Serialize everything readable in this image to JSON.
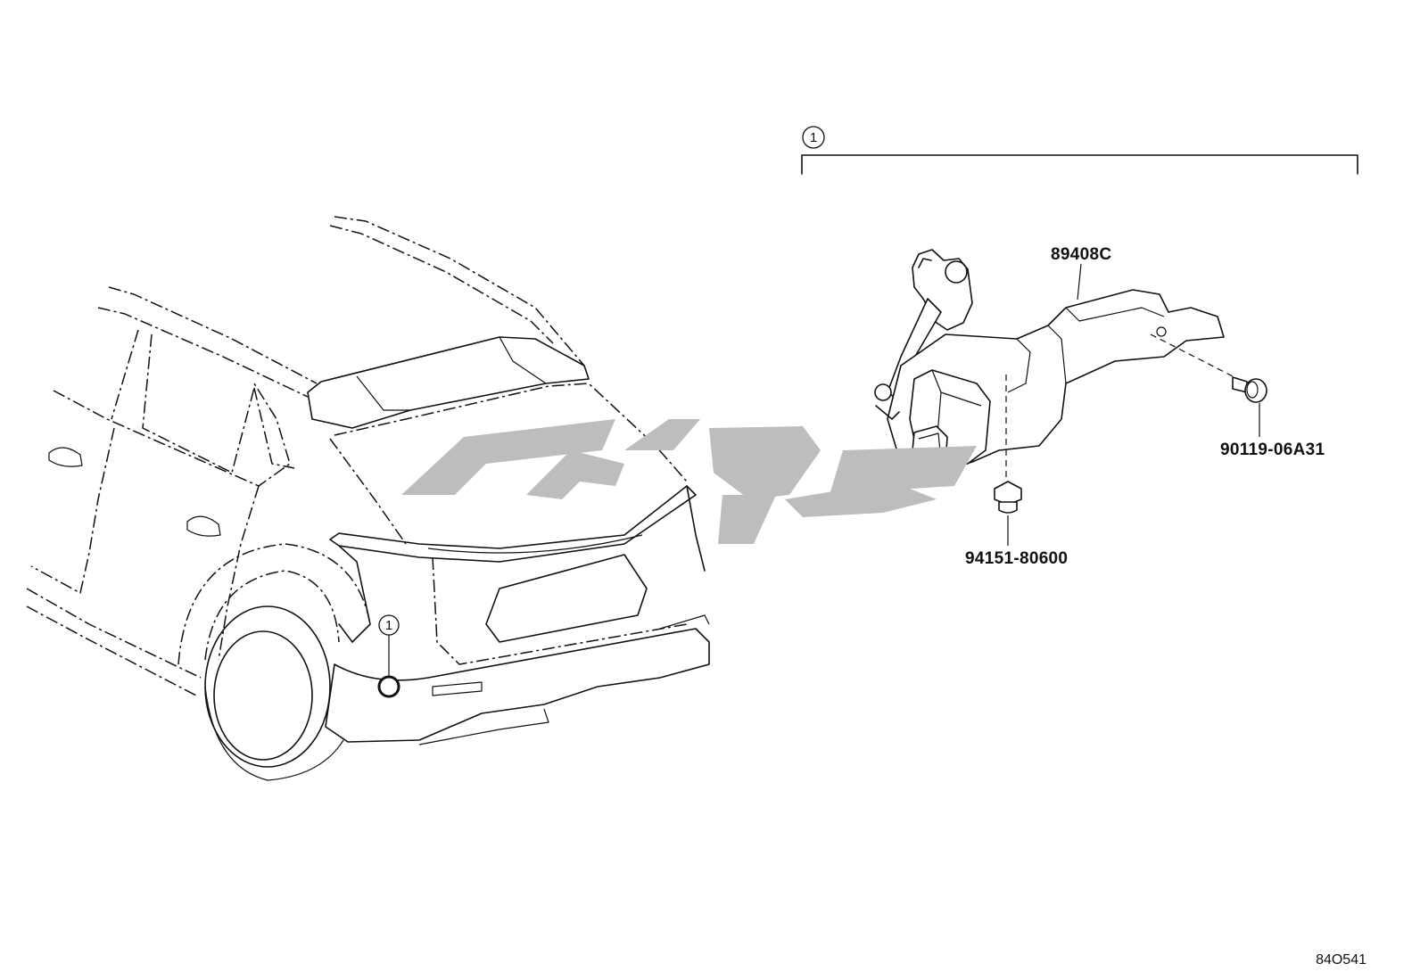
{
  "diagram": {
    "callout_number": "1",
    "parts": [
      {
        "id": "sensor",
        "label": "89408C"
      },
      {
        "id": "bolt",
        "label": "90119-06A31"
      },
      {
        "id": "nut",
        "label": "94151-80600"
      }
    ],
    "reference_code": "84O541",
    "icons": {
      "vehicle": "suv-rear-view-icon",
      "sensor": "height-control-sensor-icon",
      "bolt": "bolt-icon",
      "nut": "clip-nut-icon",
      "watermark": "watermark-logo-icon"
    },
    "colors": {
      "line": "#111111",
      "watermark": "#bdbdbd",
      "background": "#ffffff"
    }
  }
}
